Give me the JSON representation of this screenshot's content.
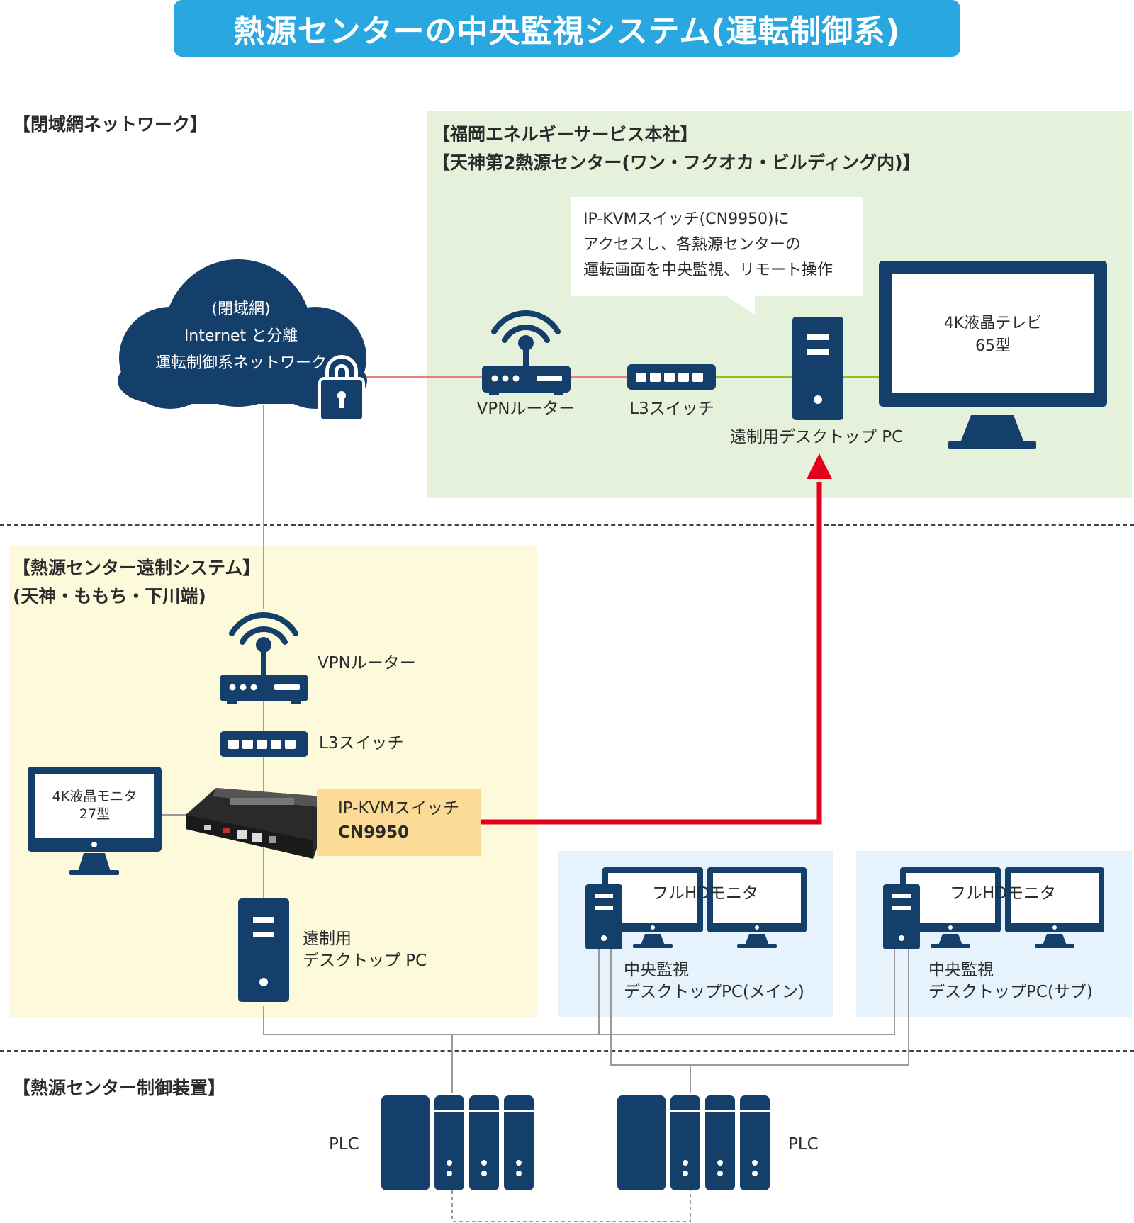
{
  "title": "熱源センターの中央監視システム(運転制御系)",
  "closed_network": {
    "heading": "【閉域網ネットワーク】",
    "cloud_lines": [
      "(閉域網)",
      "Internet と分離",
      "運転制御系ネットワーク"
    ]
  },
  "head_office": {
    "heading_1": "【福岡エネルギーサービス本社】",
    "heading_2": "【天神第2熱源センター(ワン・フクオカ・ビルディング内)】",
    "bubble_lines": [
      "IP-KVMスイッチ(CN9950)に",
      "アクセスし、各熱源センターの",
      "運転画面を中央監視、リモート操作"
    ],
    "vpn_router": "VPNルーター",
    "l3_switch": "L3スイッチ",
    "remote_pc": "遠制用デスクトップ PC",
    "tv_lines": [
      "4K液晶テレビ",
      "65型"
    ]
  },
  "remote_system": {
    "heading_1": "【熱源センター遠制システム】",
    "heading_2": "(天神・ももち・下川端)",
    "vpn_router": "VPNルーター",
    "l3_switch": "L3スイッチ",
    "monitor_lines": [
      "4K液晶モニタ",
      "27型"
    ],
    "kvm_line_1": "IP-KVMスイッチ",
    "kvm_line_2": "CN9950",
    "pc_lines": [
      "遠制用",
      "デスクトップ PC"
    ]
  },
  "central_main": {
    "monitor": "フルHDモニタ",
    "lines": [
      "中央監視",
      "デスクトップPC(メイン)"
    ]
  },
  "central_sub": {
    "monitor": "フルHDモニタ",
    "lines": [
      "中央監視",
      "デスクトップPC(サブ)"
    ]
  },
  "control": {
    "heading": "【熱源センター制御装置】",
    "plc_left": "PLC",
    "plc_right": "PLC"
  },
  "colors": {
    "title_bg": "#29a7e1",
    "icon": "#143f6b",
    "red_arrow": "#e3001b",
    "pink_line": "#e88080",
    "green_line": "#8dc21f",
    "gray_line": "#9a9a9a"
  }
}
